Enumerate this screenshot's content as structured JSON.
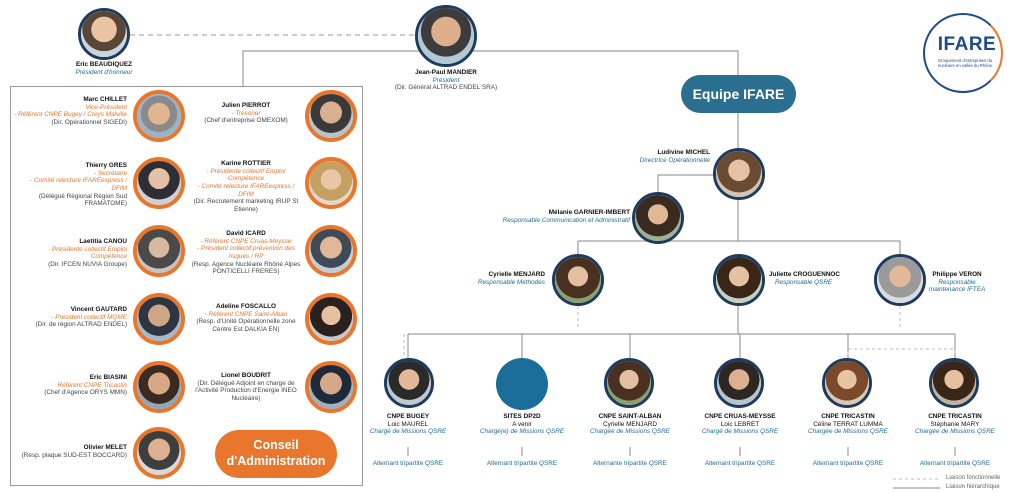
{
  "honorary": {
    "name": "Eric BEAUDIQUEZ",
    "role": "Président d'honneur"
  },
  "president": {
    "name": "Jean-Paul MANDIER",
    "role": "Président",
    "detail": "(Dir. Général ALTRAD ENDEL SRA)"
  },
  "logo": {
    "text": "IFARE",
    "sub": "Groupement d'entreprises du nucléaire en vallée du Rhône"
  },
  "equipe_label": "Equipe IFARE",
  "conseil_label": [
    "Conseil",
    "d'Administration"
  ],
  "board_left": [
    {
      "name": "Marc CHILLET",
      "roles": [
        "Vice-Président",
        "- Référent CNPE Bugey / Creys Malville"
      ],
      "detail": "(Dir. Opérationnel SIGEDI)"
    },
    {
      "name": "Thierry GRES",
      "roles": [
        "- Secrétaire",
        "- Comité relecture IFAREexpress / DFIM"
      ],
      "detail": "(Délégué Régional Région Sud FRAMATOME)"
    },
    {
      "name": "Laetitia CANOU",
      "roles": [
        "- Présidente collectif Emploi Compétence"
      ],
      "detail": "(Dir. IFCEN NUVIA Groupe)"
    },
    {
      "name": "Vincent GAUTARD",
      "roles": [
        "- Président collectif MQME"
      ],
      "detail": "(Dir. de région ALTRAD ENDEL)"
    },
    {
      "name": "Eric BIASINI",
      "roles": [
        "Référent CNPE Tricastin"
      ],
      "detail": "(Chef d'Agence ORYS MMN)"
    },
    {
      "name": "Olivier MELET",
      "roles": [],
      "detail": "(Resp. plaque SUD-EST BOCCARD)"
    }
  ],
  "board_right": [
    {
      "name": "Julien PIERROT",
      "roles": [
        "- Trésorier"
      ],
      "detail": "(Chef d'entreprise OMEXOM)"
    },
    {
      "name": "Karine ROTTIER",
      "roles": [
        "- Présidente collectif Emploi Compétence",
        "- Comité relecture IFAREexpress / DFIM"
      ],
      "detail": "(Dir. Recrutement marketing IRUP St Etienne)"
    },
    {
      "name": "David ICARD",
      "roles": [
        "- Référent CNPE Cruas-Meysse",
        "- Président collectif prévention des risques / RP"
      ],
      "detail": "(Resp. Agence Nucléaire Rhône Alpes PONTICELLI FRERES)"
    },
    {
      "name": "Adeline FOSCALLO",
      "roles": [
        "- Référent CNPE Saint-Alban"
      ],
      "detail": "(Resp. d'Unité Opérationnelle zone Centre Est DALKIA EN)"
    },
    {
      "name": "Lionel BOUDRIT",
      "roles": [],
      "detail": "(Dir. Délégué Adjoint en charge de l'Activité Production d'Energie INEO Nucléaire)"
    }
  ],
  "team": {
    "ludivine": {
      "name": "Ludivine MICHEL",
      "role": "Directrice Opérationnelle"
    },
    "melanie": {
      "name": "Mélanie GARNIER-IMBERT",
      "role": "Responsable Communication et Administratif"
    },
    "cyrielle": {
      "name": "Cyrielle MENJARD",
      "role": "Responsable Méthodes"
    },
    "juliette": {
      "name": "Juliette CROGUENNOC",
      "role": "Responsable QSRE"
    },
    "philippe": {
      "name": "Philippe VERON",
      "role": "Responsable maintenance IFTEA"
    }
  },
  "sites": [
    {
      "site": "CNPE BUGEY",
      "person": "Loic MAUREL",
      "role": "Chargé de Missions QSRE",
      "alt": "Alternant tripartite QSRE"
    },
    {
      "site": "SITES DP2D",
      "person": "A venir",
      "role": "Chargé(e) de Missions QSRE",
      "alt": "Alternant tripartite QSRE"
    },
    {
      "site": "CNPE SAINT-ALBAN",
      "person": "Cyrielle MENJARD",
      "role": "Chargée de Missions QSRE",
      "alt": "Alternante tripartite QSRE"
    },
    {
      "site": "CNPE CRUAS-MEYSSE",
      "person": "Loic LEBRET",
      "role": "Chargé de Missions QSRE",
      "alt": "Alternant tripartite QSRE"
    },
    {
      "site": "CNPE TRICASTIN",
      "person": "Céline TERRAT LUMMA",
      "role": "Chargée de Missions QSRE",
      "alt": "Alternant tripartite QSRE"
    },
    {
      "site": "CNPE TRICASTIN",
      "person": "Stéphanie MARY",
      "role": "Chargée de Missions QSRE",
      "alt": "Alternant tripartite QSRE"
    }
  ],
  "legend": {
    "functional": "Liaison fonctionnelle",
    "hierarchical": "Liaison hiérarchique"
  },
  "colors": {
    "accent": "#e8762c",
    "primary": "#2a6f8f",
    "navy": "#1d3a5f",
    "role_blue": "#1a6e99"
  }
}
